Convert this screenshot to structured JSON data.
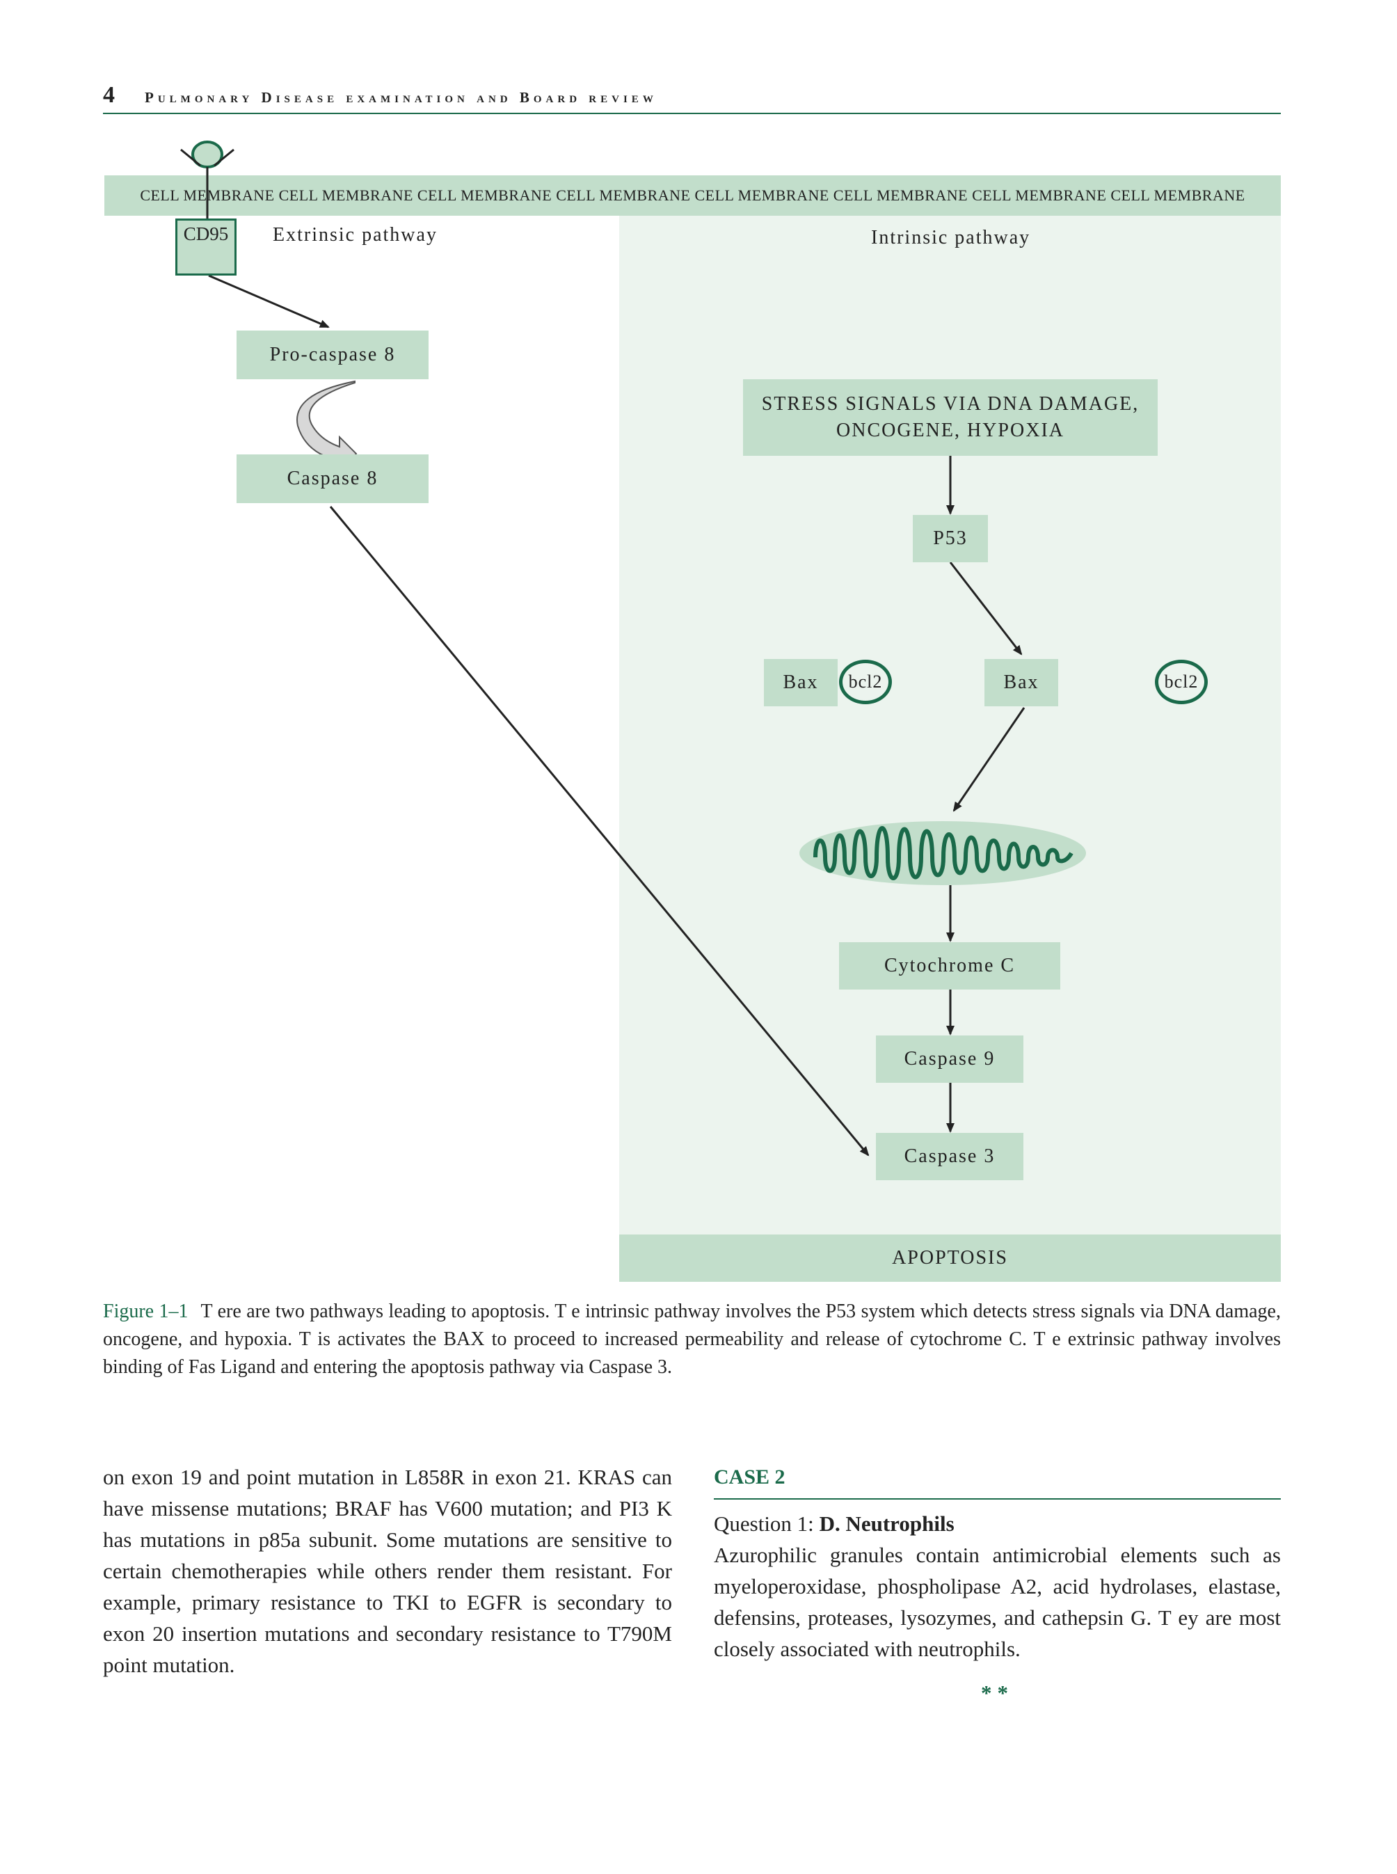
{
  "header": {
    "page_number": "4",
    "running_head": "Pulmonary Disease examination and Board review"
  },
  "figure": {
    "membrane_text": "CELL MEMBRANE CELL MEMBRANE CELL MEMBRANE CELL MEMBRANE CELL MEMBRANE CELL MEMBRANE CELL MEMBRANE CELL MEMBRANE",
    "cd95": "CD95",
    "extrinsic_label": "Extrinsic pathway",
    "intrinsic_label": "Intrinsic pathway",
    "procaspase8": "Pro-caspase 8",
    "caspase8": "Caspase 8",
    "stress_line1": "STRESS SIGNALS VIA DNA DAMAGE,",
    "stress_line2": "ONCOGENE, HYPOXIA",
    "p53": "P53",
    "bax_left": "Bax",
    "bcl2_left": "bcl2",
    "bax_right": "Bax",
    "bcl2_right": "bcl2",
    "cytochrome": "Cytochrome C",
    "caspase9": "Caspase 9",
    "caspase3": "Caspase 3",
    "apoptosis": "APOPTOSIS",
    "colors": {
      "box": "#c2decb",
      "panel": "#ecf4ee",
      "accent": "#1a6a4a"
    }
  },
  "caption": {
    "label": "Figure 1–1",
    "text": "T ere are two pathways leading to apoptosis. T e intrinsic pathway involves the P53 system which detects stress signals via DNA damage, oncogene, and hypoxia. T is activates the BAX to proceed to increased permeability and release of cytochrome C. T e extrinsic pathway involves binding of Fas Ligand and entering the apoptosis pathway via Caspase 3."
  },
  "body": {
    "left_column": "on exon 19 and point mutation in L858R in exon 21. KRAS can have missense mutations; BRAF has V600 mutation; and PI3 K has mutations in p85a subunit. Some mutations are sensitive to certain chemotherapies while others render them resistant. For example, primary resistance to TKI to EGFR is secondary to exon 20 insertion mutations and secondary resistance to T790M point mutation.",
    "case_title": "CASE 2",
    "question_prefix": "Question 1: ",
    "question_answer": "D. Neutrophils",
    "explanation": "Azurophilic granules contain antimicrobial elements such as myeloperoxidase, phospholipase A2, acid hydrolases, elastase, defensins, proteases, lysozymes, and cathepsin G. T ey are most closely associated with neutrophils.",
    "stars": "**"
  }
}
